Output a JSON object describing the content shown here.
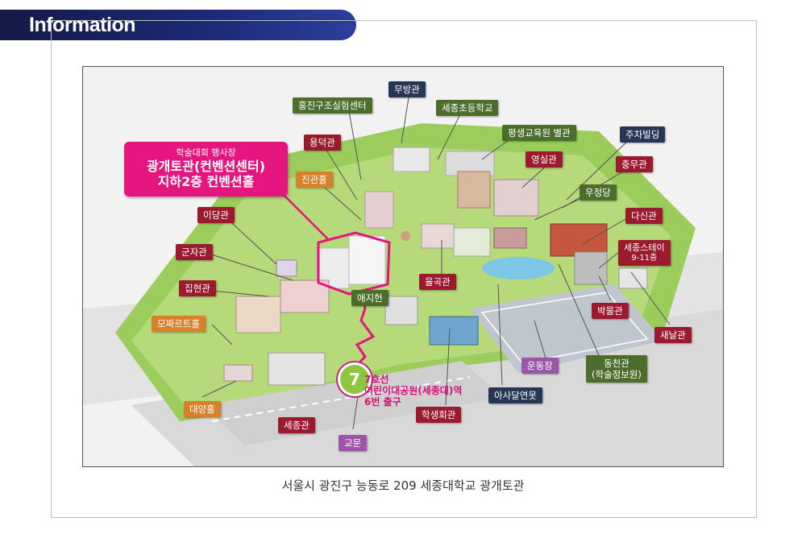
{
  "header": {
    "title": "Information"
  },
  "map": {
    "venue": {
      "subtitle": "학술대회 행사장",
      "line1": "광개토관(컨벤션센터)",
      "line2": "지하2층 컨벤션홀"
    },
    "subway": {
      "line_number": "7",
      "line_name": "7호선",
      "station": "어린이대공원(세종대)역",
      "exit": "6번 출구"
    },
    "labels": {
      "mubang": "무방관",
      "hongjingu": "홍진구조실험센터",
      "sejong_elem": "세종초등학교",
      "pyeongsaeng": "평생교육원 별관",
      "parking": "주차빌딩",
      "yongdeok": "용덕관",
      "yeongsil": "영실관",
      "chungmu": "충무관",
      "jingwan": "진관홀",
      "ujeong": "우정당",
      "idang": "이당관",
      "dasin": "다신관",
      "gunja": "군자관",
      "sejong_stay": "세종스테이",
      "sejong_stay_floor": "9-11층",
      "jiphyeon": "집현관",
      "yulgok": "율곡관",
      "aejihyeon": "애지헌",
      "museum": "박물관",
      "mozart": "모짜르트홀",
      "saenal": "새날관",
      "dongcheon": "동천관",
      "dongcheon_sub": "(학술정보원)",
      "playground": "운동장",
      "daeyang": "대양홀",
      "asadal": "아사달연못",
      "student": "학생회관",
      "sejonggwan": "세종관",
      "gate": "교문"
    },
    "colors": {
      "label_red": "#9c1a2e",
      "label_green": "#4c6d2c",
      "label_navy": "#263654",
      "label_orange": "#d9802b",
      "label_purple": "#9b56a8",
      "highlight_pink": "#e4157e",
      "subway_green": "#8dc63f"
    }
  },
  "caption": "서울시 광진구 능동로 209 세종대학교 광개토관"
}
